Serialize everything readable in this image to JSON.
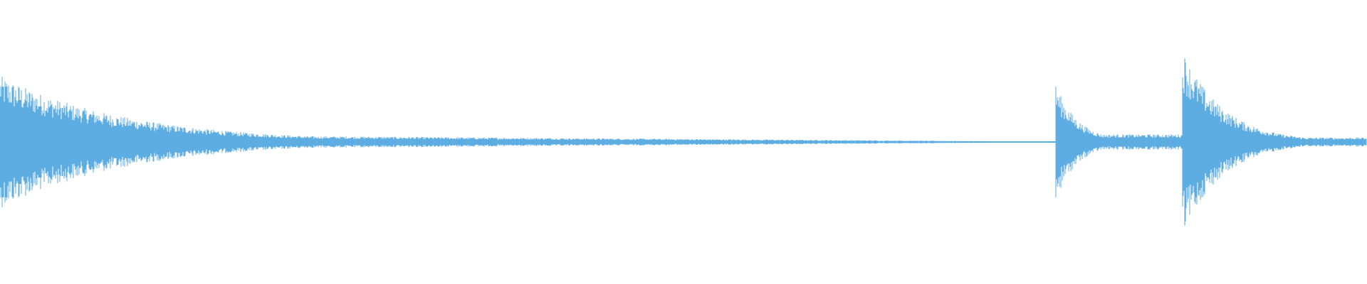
{
  "waveform": {
    "color": "#5dade2",
    "background": "#ffffff",
    "segments": [
      {
        "start": 0.0,
        "end": 0.772,
        "peak": 0.52,
        "decay": 0.12,
        "floor": 0.0
      },
      {
        "start": 0.772,
        "end": 0.865,
        "peak": 0.46,
        "decay": 0.18,
        "floor": 0.06
      },
      {
        "start": 0.865,
        "end": 1.0,
        "peak": 0.72,
        "decay": 0.22,
        "floor": 0.035
      }
    ]
  }
}
